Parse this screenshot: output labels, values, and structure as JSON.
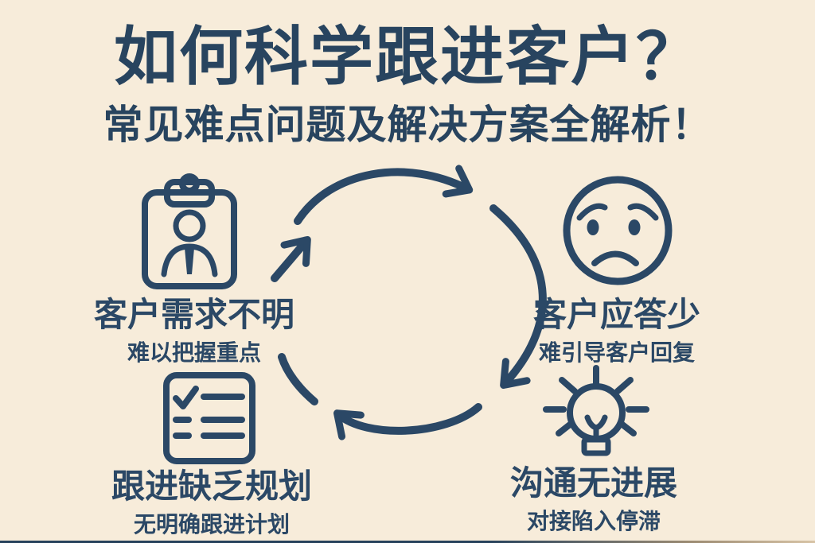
{
  "title": "如何科学跟进客户？",
  "subtitle": "常见难点问题及解决方案全解析！",
  "colors": {
    "background": "#f7ecda",
    "ink": "#2b4866"
  },
  "cycle": {
    "direction": "clockwise",
    "arrow_count": 4
  },
  "quadrants": [
    {
      "position": "top-left",
      "icon": "clipboard-person-icon",
      "label": "客户需求不明",
      "sublabel": "难以把握重点"
    },
    {
      "position": "top-right",
      "icon": "sad-face-icon",
      "label": "客户应答少",
      "sublabel": "难引导客户回复"
    },
    {
      "position": "bottom-left",
      "icon": "checklist-icon",
      "label": "跟进缺乏规划",
      "sublabel": "无明确跟进计划"
    },
    {
      "position": "bottom-right",
      "icon": "lightbulb-icon",
      "label": "沟通无进展",
      "sublabel": "对接陷入停滞"
    }
  ]
}
